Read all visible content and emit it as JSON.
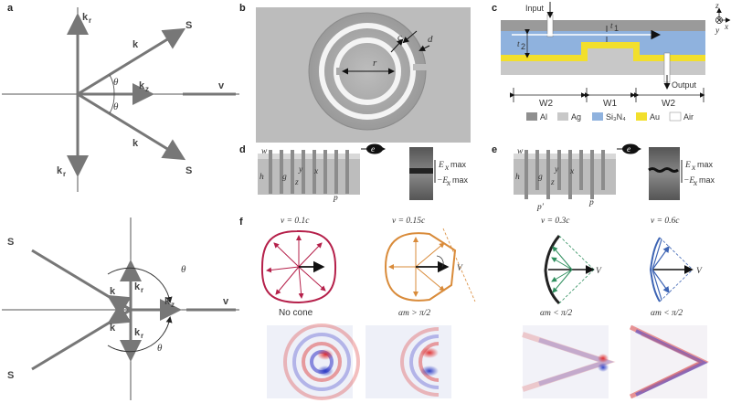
{
  "panels": {
    "a": "a",
    "b": "b",
    "c": "c",
    "d": "d",
    "e": "e",
    "f": "f"
  },
  "panel_a_top": {
    "kr_top": "k",
    "kr_top_sub": "r",
    "S_top": "S",
    "k_top": "k",
    "kz": "k",
    "kz_sub": "z",
    "v": "v",
    "theta_up": "θ",
    "theta_down": "θ",
    "k_bottom": "k",
    "S_bottom": "S",
    "kr_bottom": "k",
    "kr_bottom_sub": "r"
  },
  "panel_a_bottom": {
    "S_top": "S",
    "k_left_top": "k",
    "kr_top": "k",
    "kr_top_sub": "r",
    "theta_top": "θ",
    "kz": "k",
    "kz_sub": "z",
    "v": "v",
    "k_left_bottom": "k",
    "kr_bottom": "k",
    "kr_bottom_sub": "r",
    "theta_bottom": "θ",
    "S_bottom": "S"
  },
  "panel_b": {
    "c": "c",
    "d": "d",
    "r": "r"
  },
  "panel_c": {
    "input": "Input",
    "output": "Output",
    "t1": "t",
    "t1_sub": "1",
    "t2": "t",
    "t2_sub": "2",
    "W2_left": "W2",
    "W1": "W1",
    "W2_right": "W2",
    "axis_z": "z",
    "axis_x": "x",
    "axis_y": "y",
    "legend": [
      {
        "label": "Al",
        "color": "#8f8f8f"
      },
      {
        "label": "Ag",
        "color": "#c8c8c8"
      },
      {
        "label": "Si₃N₄",
        "color": "#8fb2de"
      },
      {
        "label": "Au",
        "color": "#f2df2c"
      },
      {
        "label": "Air",
        "color": "#ffffff"
      }
    ]
  },
  "panel_d": {
    "w": "w",
    "h": "h",
    "g": "g",
    "y": "y",
    "x": "x",
    "z": "z",
    "p": "p",
    "e": "e",
    "ex_max": "E",
    "ex_max_sub": "x",
    "max1": "max",
    "neg_ex": "−E",
    "neg_ex_sub": "x",
    "max2": "max"
  },
  "panel_e": {
    "w": "w",
    "h": "h",
    "g": "g",
    "y": "y",
    "x": "x",
    "z": "z",
    "p": "p",
    "pprime": "p′",
    "e": "e",
    "ex_max": "E",
    "ex_max_sub": "x",
    "max1": "max",
    "neg_ex": "−E",
    "neg_ex_sub": "x",
    "max2": "max"
  },
  "panel_f": {
    "cases": [
      {
        "speed": "v = 0.1c",
        "caption": "No cone",
        "color": "#b5204a"
      },
      {
        "speed": "v = 0.15c",
        "caption": "αm > π/2",
        "color": "#d98b3a"
      },
      {
        "speed": "v = 0.3c",
        "caption": "αm < π/2",
        "color": "#2f8f5e"
      },
      {
        "speed": "v = 0.6c",
        "caption": "αm < π/2",
        "color": "#3d64b4"
      }
    ],
    "V": "V"
  }
}
